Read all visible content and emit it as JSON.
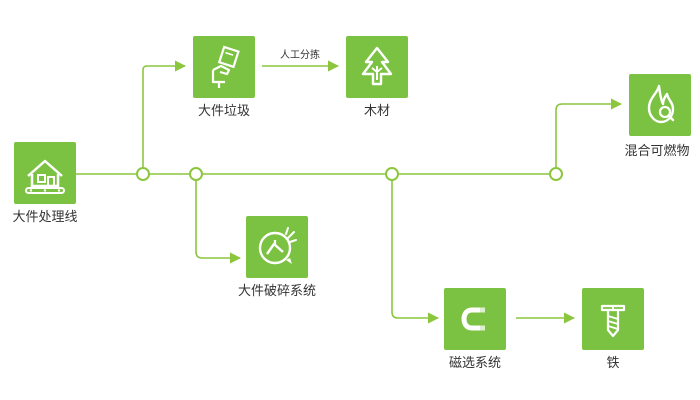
{
  "colors": {
    "node_fill": "#7cc242",
    "line": "#8cc63f",
    "icon": "#ffffff"
  },
  "nodes": {
    "line_source": {
      "label": "大件处理线",
      "icon": "house-on-conveyor-icon"
    },
    "bulky_waste": {
      "label": "大件垃圾",
      "icon": "hand-with-box-icon"
    },
    "wood": {
      "label": "木材",
      "icon": "pine-tree-icon"
    },
    "combustibles": {
      "label": "混合可燃物",
      "icon": "flame-icon"
    },
    "crushing": {
      "label": "大件破碎系统",
      "icon": "crusher-icon"
    },
    "magnetic": {
      "label": "磁选系统",
      "icon": "magnet-icon"
    },
    "iron": {
      "label": "铁",
      "icon": "screw-icon"
    }
  },
  "edges": {
    "manual_sorting": {
      "label": "人工分拣"
    }
  }
}
